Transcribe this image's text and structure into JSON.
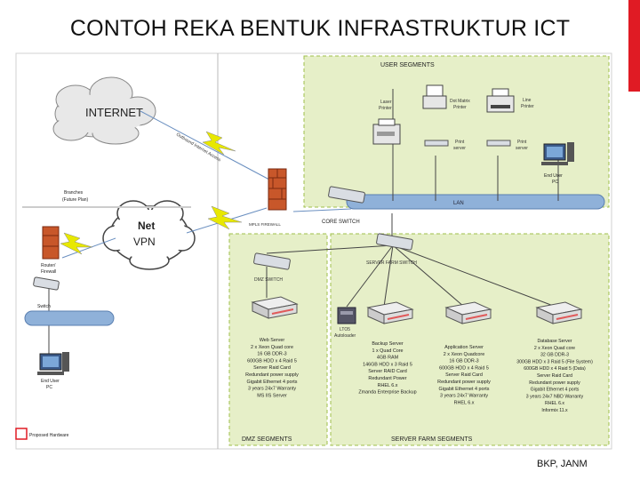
{
  "title": "CONTOH REKA BENTUK INFRASTRUKTUR ICT",
  "footer": "BKP, JANM",
  "colors": {
    "accent": "#e01b24",
    "zone_fill": "#e6efc8",
    "zone_border": "#9fbf4a",
    "lan": "#8fb1d9",
    "server_bar": "#e05a5a"
  },
  "diagram": {
    "internet": "INTERNET",
    "net_vpn_1": "Net",
    "net_vpn_2": "VPN",
    "outbound": "Outbound Internet Access",
    "branches_1": "Branches",
    "branches_2": "(Future Plan)",
    "router": "Router/",
    "firewall_l": "Firewall",
    "switch_left": "Switch",
    "end_user_left_1": "End User",
    "end_user_left_2": "PC",
    "proposed": "Proposed Hardware",
    "user_segments": "USER SEGMENTS",
    "laser_1": "Laser",
    "laser_2": "Printer",
    "dot_1": "Dot Matrix",
    "dot_2": "Printer",
    "line_1": "Line",
    "line_2": "Printer",
    "print_server": "Print",
    "print_server_2": "server",
    "print_server_b": "Print",
    "print_server_b2": "server",
    "end_user_right_1": "End User",
    "end_user_right_2": "PC",
    "lan": "LAN",
    "mpls_firewall": "MPLS FIREWALL",
    "core_switch": "CORE SWITCH",
    "dmz_switch": "DMZ SWITCH",
    "server_farm_switch": "SERVER FARM SWITCH",
    "lto_1": "LTO5",
    "lto_2": "Autoloader",
    "web_server": [
      "Web Server",
      "2 x Xeon Quad core",
      "16 GB DDR-3",
      "600GB HDD x 4 Raid 5",
      "Server Raid Card",
      "Redundant power supply",
      "Gigabit Ethernet 4 ports",
      "3 years 24x7 Warranty",
      "MS IIS Server"
    ],
    "backup_server": [
      "Backup Server",
      "1 x Quad Core",
      "4GB RAM",
      "146GB HDD x 3 Raid 5",
      "Server RAID Card",
      "Redundant Power",
      "RHEL 6.x",
      "Zmanda Enterprise Backup"
    ],
    "app_server": [
      "Application Server",
      "2 x Xeon Quadcore",
      "16 GB DDR-3",
      "600GB HDD x 4 Raid 5",
      "Server Raid Card",
      "Redundant power supply",
      "Gigabit Ethernet 4 ports",
      "3 years 24x7 Warranty",
      "RHEL 6.x"
    ],
    "db_server": [
      "Database Server",
      "2 x Xeon Quad core",
      "32 GB DDR-3",
      "300GB HDD x 3 Raid 5 (File System)",
      "600GB HDD x 4 Raid 5 (Data)",
      "Server Raid Card",
      "Redundant power supply",
      "Gigabit Ethernet 4 ports",
      "3 years 24x7 NBD Warranty",
      "RHEL 6.x",
      "Informix 11.x"
    ],
    "dmz_segments": "DMZ SEGMENTS",
    "server_farm_segments": "SERVER FARM SEGMENTS"
  }
}
